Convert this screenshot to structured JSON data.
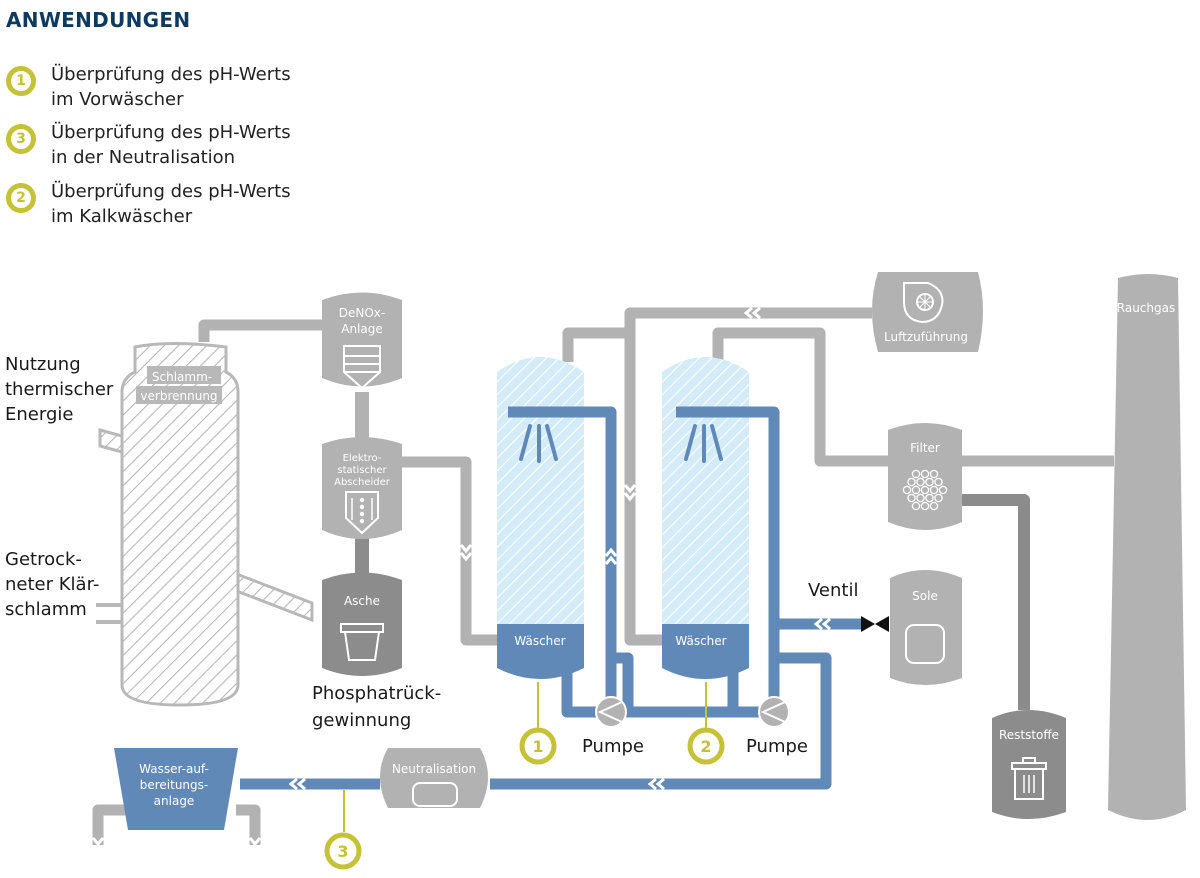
{
  "legend": {
    "title": "ANWENDUNGEN",
    "items": [
      {
        "badge": "1",
        "line1": "Überprüfung des pH-Werts",
        "line2": "im Vorwäscher"
      },
      {
        "badge": "3",
        "line1": "Überprüfung des pH-Werts",
        "line2": "in der Neutralisation"
      },
      {
        "badge": "2",
        "line1": "Überprüfung des pH-Werts",
        "line2": "im Kalkwäscher"
      }
    ]
  },
  "colors": {
    "title": "#0f3a5f",
    "badge": "#c6c238",
    "pipe_gray": "#b2b2b2",
    "pipe_dark": "#8c8c8c",
    "pipe_blue": "#6189b8",
    "tank_light_blue": "#cfe8f5"
  },
  "labels": {
    "nutzung": [
      "Nutzung",
      "thermischer",
      "Energie"
    ],
    "klaerschlamm": [
      "Getrock-",
      "neter Klär-",
      "schlamm"
    ],
    "phosphat": [
      "Phosphatrück-",
      "gewinnung"
    ],
    "pumpe1": "Pumpe",
    "pumpe2": "Pumpe",
    "ventil": "Ventil"
  },
  "units": {
    "schlammverbrennung": [
      "Schlamm-",
      "verbrennung"
    ],
    "denox": [
      "DeNOx-",
      "Anlage"
    ],
    "abscheider": [
      "Elektro-",
      "statischer",
      "Abscheider"
    ],
    "asche": "Asche",
    "waescher1": "Wäscher",
    "waescher2": "Wäscher",
    "luftzufuehrung": "Luftzuführung",
    "filter": "Filter",
    "rauchgas": "Rauchgas",
    "sole": "Sole",
    "reststoffe": "Reststoffe",
    "neutralisation": "Neutralisation",
    "wasseraufbereitung": [
      "Wasser-auf-",
      "bereitungs-",
      "anlage"
    ]
  },
  "badges": {
    "b1": "1",
    "b2": "2",
    "b3": "3"
  }
}
